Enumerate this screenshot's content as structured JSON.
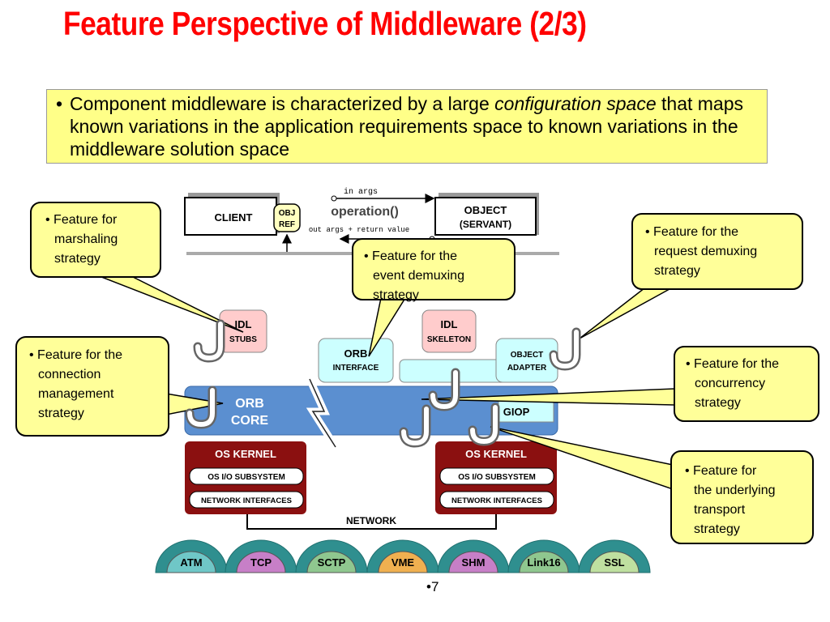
{
  "slide": {
    "title": "Feature Perspective of Middleware (2/3)",
    "summary": {
      "bullet": "•",
      "text_before": "Component middleware is characterized by a large ",
      "emphasis_1": "configuration space",
      "text_after": " that maps known variations in the application requirements space to known variations in the middleware solution space"
    },
    "page_number": "•7"
  },
  "callouts": [
    {
      "id": "marshaling",
      "lines": [
        "• Feature for",
        "marshaling",
        "strategy"
      ]
    },
    {
      "id": "event-demux",
      "lines": [
        "• Feature for the",
        "event demuxing",
        "strategy"
      ]
    },
    {
      "id": "request-demux",
      "lines": [
        "• Feature for the",
        "request demuxing",
        "strategy"
      ]
    },
    {
      "id": "connection",
      "lines": [
        "• Feature for the",
        "connection",
        "management",
        "strategy"
      ]
    },
    {
      "id": "concurrency",
      "lines": [
        "• Feature for the",
        "concurrency",
        "strategy"
      ]
    },
    {
      "id": "transport",
      "lines": [
        "• Feature for",
        "the underlying",
        "transport",
        "strategy"
      ]
    }
  ],
  "diagram": {
    "client": "CLIENT",
    "obj_ref": [
      "OBJ",
      "REF"
    ],
    "in_args": "in  args",
    "operation": "operation()",
    "out_args": "out  args + return  value",
    "object": "OBJECT",
    "servant": "(SERVANT)",
    "idl_stubs": [
      "IDL",
      "STUBS"
    ],
    "idl_skeleton": [
      "IDL",
      "SKELETON"
    ],
    "orb_interface": [
      "ORB",
      "INTERFACE"
    ],
    "object_adapter": [
      "OBJECT",
      "ADAPTER"
    ],
    "orb_core": [
      "ORB",
      "CORE"
    ],
    "giop": "GIOP",
    "os_kernel": "OS  KERNEL",
    "os_io": "OS  I/O  SUBSYSTEM",
    "net_interfaces": "NETWORK  INTERFACES",
    "network": "NETWORK",
    "transports": [
      {
        "label": "ATM",
        "color": "#6fc7c7"
      },
      {
        "label": "TCP",
        "color": "#c77fc7"
      },
      {
        "label": "SCTP",
        "color": "#8fc78f"
      },
      {
        "label": "VME",
        "color": "#f0b050"
      },
      {
        "label": "SHM",
        "color": "#c77fc7"
      },
      {
        "label": "Link16",
        "color": "#8fc78f"
      },
      {
        "label": "SSL",
        "color": "#bfe0a0"
      }
    ]
  },
  "colors": {
    "title": "#ff0000",
    "summary_bg": "#ffff88",
    "callout_bg": "#ffff99",
    "orb_core": "#5b8fd0",
    "kernel": "#8b1010",
    "idl_pink": "#ffcccc",
    "light_cyan": "#ccffff"
  }
}
